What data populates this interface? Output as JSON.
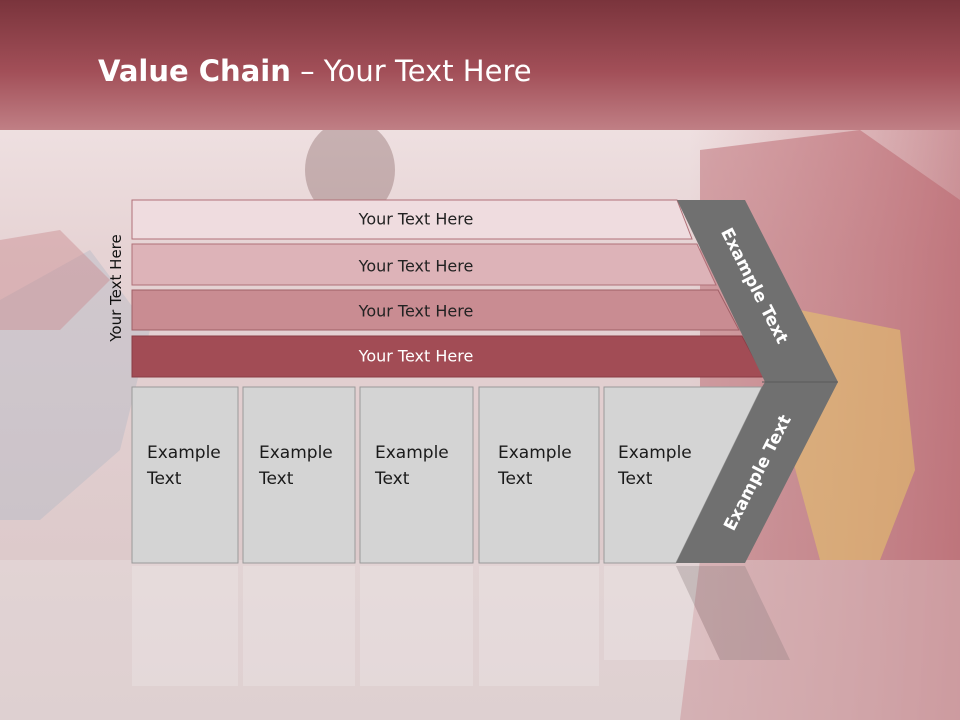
{
  "slide": {
    "title_bold": "Value Chain",
    "title_rest": " – Your Text Here",
    "side_label": "Your Text Here"
  },
  "rows": [
    {
      "label": "Your Text Here",
      "color": "#efdcdf"
    },
    {
      "label": "Your Text Here",
      "color": "#ddb3b8"
    },
    {
      "label": "Your Text Here",
      "color": "#c98c92"
    },
    {
      "label": "Your Text Here",
      "color": "#a24c55"
    }
  ],
  "cells": [
    {
      "line1": "Example",
      "line2": "Text"
    },
    {
      "line1": "Example",
      "line2": "Text"
    },
    {
      "line1": "Example",
      "line2": "Text"
    },
    {
      "line1": "Example",
      "line2": "Text"
    },
    {
      "line1": "Example",
      "line2": "Text"
    }
  ],
  "chevron": {
    "upper_label": "Example Text",
    "lower_label": "Example Text",
    "color": "#707070"
  },
  "colors": {
    "header_band": "#9b4a52",
    "cell_fill": "#d4d4d4",
    "cell_border": "#9a9a9a"
  }
}
